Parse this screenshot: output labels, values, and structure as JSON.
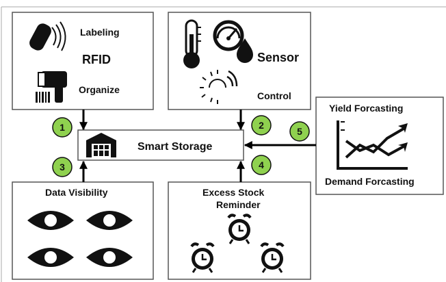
{
  "colors": {
    "badge_fill": "#8fd14f",
    "stroke": "#000000",
    "icon_fill": "#111111",
    "border": "#999999"
  },
  "steps": [
    "1",
    "2",
    "3",
    "4",
    "5"
  ],
  "center": {
    "label": "Smart Storage",
    "icon": "warehouse-icon"
  },
  "rfid": {
    "labeling": "Labeling",
    "title": "RFID",
    "organize": "Organize",
    "icons": [
      "rfid-tag-icon",
      "barcode-scanner-icon"
    ]
  },
  "sensor": {
    "title": "Sensor",
    "control": "Control",
    "icons": [
      "thermometer-icon",
      "pressure-gauge-icon",
      "water-drop-icon",
      "sun-icon"
    ]
  },
  "visibility": {
    "title": "Data Visibility",
    "icon": "eye-icon"
  },
  "excess": {
    "line1": "Excess Stock",
    "line2": "Reminder",
    "icon": "alarm-clock-icon"
  },
  "forecast": {
    "yield": "Yield Forcasting",
    "demand": "Demand Forcasting",
    "icon": "trend-chart-icon"
  }
}
